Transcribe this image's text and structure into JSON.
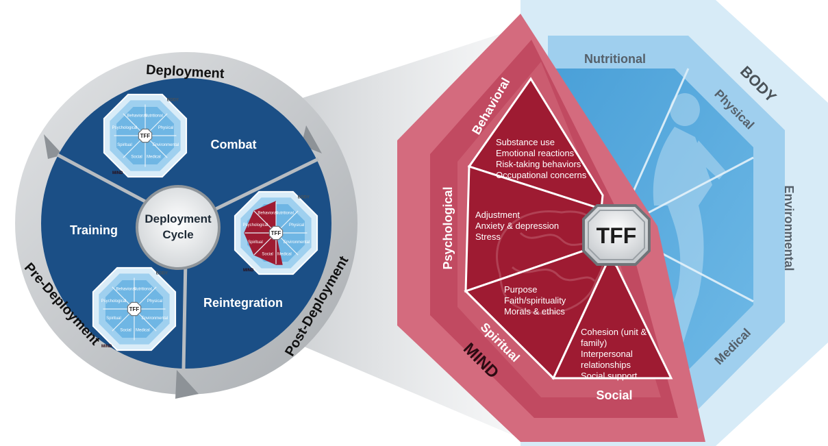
{
  "cycle": {
    "center_line1": "Deployment",
    "center_line2": "Cycle",
    "ring_labels": {
      "deployment": "Deployment",
      "pre_deployment": "Pre-Deployment",
      "post_deployment": "Post-Deployment"
    },
    "sectors": {
      "combat": "Combat",
      "training": "Training",
      "reintegration": "Reintegration"
    }
  },
  "mini_octagon": {
    "center": "TFF",
    "labels": [
      "Nutritional",
      "Physical",
      "Environmental",
      "Medical",
      "Social",
      "Spiritual",
      "Psychological",
      "Behavioral"
    ],
    "body": "BODY",
    "mind": "MIND"
  },
  "tff": {
    "center": "TFF",
    "body_label": "BODY",
    "mind_label": "MIND",
    "segments": {
      "behavioral": "Behavioral",
      "psychological": "Psychological",
      "spiritual": "Spiritual",
      "social": "Social",
      "nutritional": "Nutritional",
      "physical": "Physical",
      "environmental": "Environmental",
      "medical": "Medical"
    },
    "details": {
      "behavioral": [
        "Substance use",
        "Emotional reactions",
        "Risk-taking behaviors",
        "Occupational concerns"
      ],
      "psychological": [
        "Adjustment",
        "Anxiety & depression",
        "Stress"
      ],
      "spiritual": [
        "Purpose",
        "Faith/spirituality",
        "Morals & ethics"
      ],
      "social": [
        "Cohesion (unit &",
        "family)",
        "Interpersonal",
        "relationships",
        "Social support"
      ]
    }
  },
  "colors": {
    "navy": "#1b4f86",
    "ring_gray": "#c9cbcd",
    "crimson": "#9e1b32",
    "rose": "#c8566a",
    "sky": "#5aa9dc",
    "sky_light": "#b9dcf2"
  }
}
